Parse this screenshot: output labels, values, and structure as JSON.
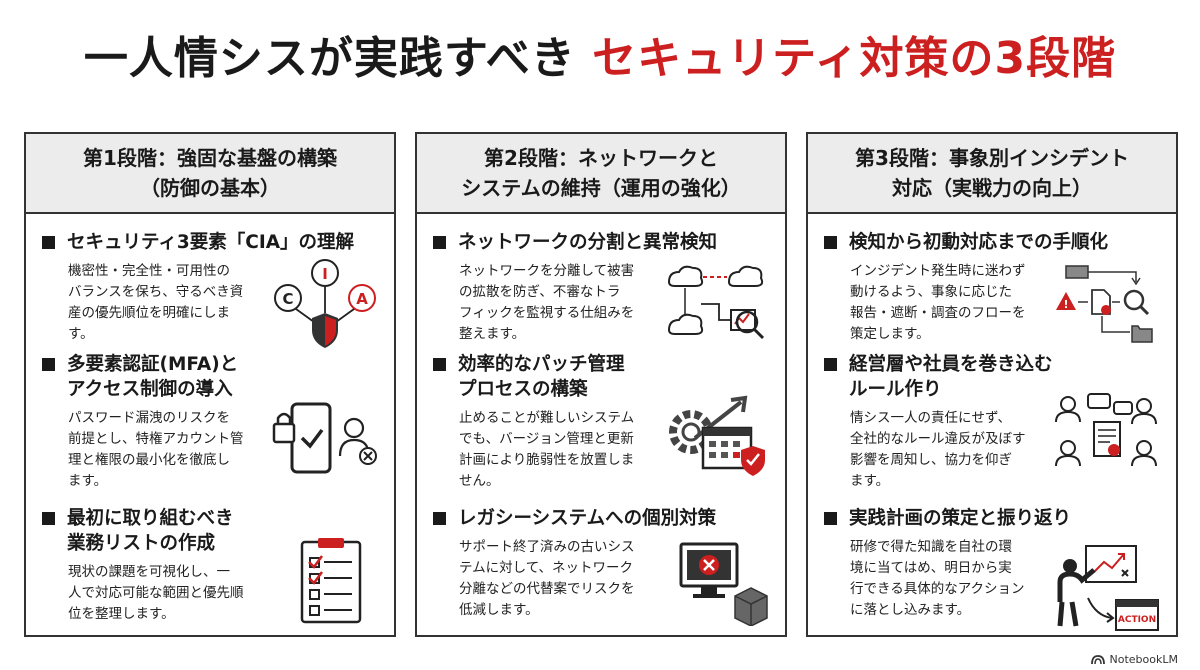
{
  "title": {
    "main": "一人情シスが実践すべき ",
    "accent": "セキュリティ対策の3段階"
  },
  "columns": [
    {
      "header": [
        "第1段階：強固な基盤の構築",
        "（防御の基本）"
      ],
      "sections": [
        {
          "title": [
            "セキュリティ3要素「CIA」の理解"
          ],
          "body": [
            "機密性・完全性・可用性の",
            "バランスを保ち、守るべき資",
            "産の優先順位を明確にしま",
            "す。"
          ],
          "icon": {
            "name": "cia-triad-icon",
            "letters": [
              "I",
              "C",
              "A"
            ]
          }
        },
        {
          "title": [
            "多要素認証(MFA)と",
            "アクセス制御の導入"
          ],
          "body": [
            "パスワード漏洩のリスクを",
            "前提とし、特権アカウント管",
            "理と権限の最小化を徹底し",
            "ます。"
          ],
          "icon": {
            "name": "mfa-phone-lock-icon"
          }
        },
        {
          "title": [
            "最初に取り組むべき",
            "業務リストの作成"
          ],
          "body": [
            "現状の課題を可視化し、一",
            "人で対応可能な範囲と優先順",
            "位を整理します。"
          ],
          "icon": {
            "name": "checklist-clipboard-icon"
          }
        }
      ]
    },
    {
      "header": [
        "第2段階：ネットワークと",
        "システムの維持（運用の強化）"
      ],
      "sections": [
        {
          "title": [
            "ネットワークの分割と異常検知"
          ],
          "body": [
            "ネットワークを分離して被害",
            "の拡散を防ぎ、不審なトラ",
            "フィックを監視する仕組みを",
            "整えます。"
          ],
          "icon": {
            "name": "network-monitoring-icon"
          }
        },
        {
          "title": [
            "効率的なパッチ管理",
            "プロセスの構築"
          ],
          "body": [
            "止めることが難しいシステム",
            "でも、バージョン管理と更新",
            "計画により脆弱性を放置しま",
            "せん。"
          ],
          "icon": {
            "name": "patch-calendar-shield-icon"
          }
        },
        {
          "title": [
            "レガシーシステムへの個別対策"
          ],
          "body": [
            "サポート終了済みの古いシス",
            "テムに対して、ネットワーク",
            "分離などの代替案でリスクを",
            "低減します。"
          ],
          "icon": {
            "name": "legacy-monitor-box-icon"
          }
        }
      ]
    },
    {
      "header": [
        "第3段階：事象別インシデント",
        "対応（実戦力の向上）"
      ],
      "sections": [
        {
          "title": [
            "検知から初動対応までの手順化"
          ],
          "body": [
            "インジデント発生時に迷わず",
            "動けるよう、事象に応じた",
            "報告・遮断・調査のフローを",
            "策定します。"
          ],
          "icon": {
            "name": "incident-flow-icon"
          }
        },
        {
          "title": [
            "経営層や社員を巻き込む",
            "ルール作り"
          ],
          "body": [
            "情シス一人の責任にせず、",
            "全社的なルール違反が及ぼす",
            "影響を周知し、協力を仰ぎ",
            "ます。"
          ],
          "icon": {
            "name": "people-document-icon"
          }
        },
        {
          "title": [
            "実践計画の策定と振り返り"
          ],
          "body": [
            "研修で得た知識を自社の環",
            "境に当てはめ、明日から実",
            "行できる具体的なアクション",
            "に落とし込みます。"
          ],
          "icon": {
            "name": "presenter-action-icon",
            "label": "ACTION"
          }
        }
      ]
    }
  ],
  "footer": {
    "brand": "NotebookLM",
    "icon": "notebooklm-logo-icon"
  },
  "colors": {
    "accent": "#cc1f1f",
    "header_bg": "#ececec",
    "text": "#1a1a1a",
    "border": "#333333"
  }
}
